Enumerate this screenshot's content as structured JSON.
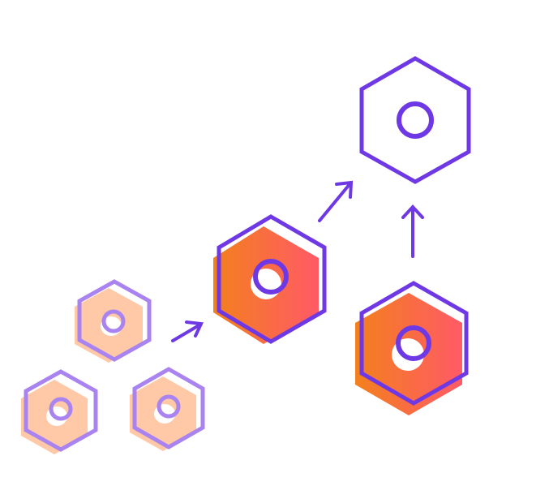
{
  "diagram": {
    "colors": {
      "outline": "#6F38E5",
      "gradient_start": "#F3801D",
      "gradient_end": "#FF5A66",
      "faded_outline": "#A983F0",
      "faded_fill": "#FFC8A6",
      "background": "#FFFFFF"
    },
    "nodes": [
      {
        "name": "small-nut-top",
        "style": "faded"
      },
      {
        "name": "small-nut-bottom-left",
        "style": "faded"
      },
      {
        "name": "small-nut-bottom-right",
        "style": "faded"
      },
      {
        "name": "middle-nut",
        "style": "solid"
      },
      {
        "name": "right-nut",
        "style": "solid"
      },
      {
        "name": "top-nut",
        "style": "outline"
      }
    ],
    "edges": [
      {
        "from": "small-nuts",
        "to": "middle-nut"
      },
      {
        "from": "middle-nut",
        "to": "top-nut"
      },
      {
        "from": "right-nut",
        "to": "top-nut"
      }
    ]
  }
}
